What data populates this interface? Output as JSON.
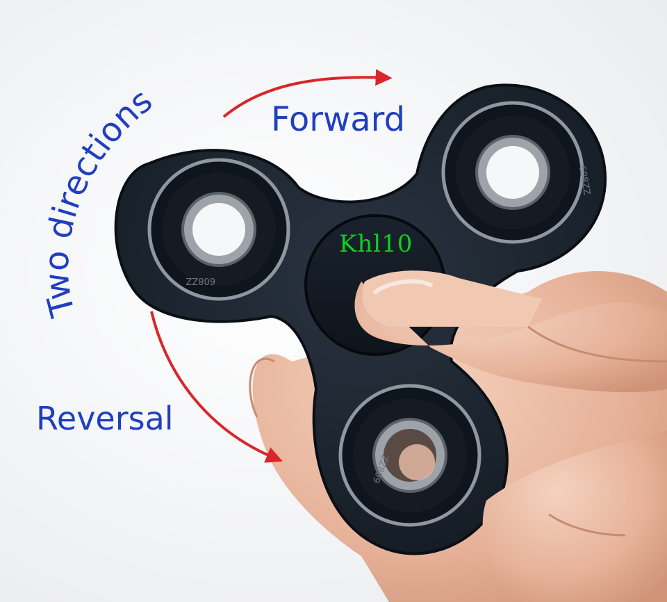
{
  "labels": {
    "curved_caption": "Two directions",
    "forward": "Forward",
    "reversal": "Reversal",
    "stamp": "Khl10"
  },
  "bearing_prints": {
    "left": "608ZZ",
    "right": "608ZZ",
    "bottom": "608ZZ"
  },
  "colors": {
    "caption_blue": "#1f3fbf",
    "arrow_red": "#d9262b",
    "spinner_body": "#1b2430",
    "stamp_green": "#10d020",
    "skin": "#e8b9a0"
  }
}
